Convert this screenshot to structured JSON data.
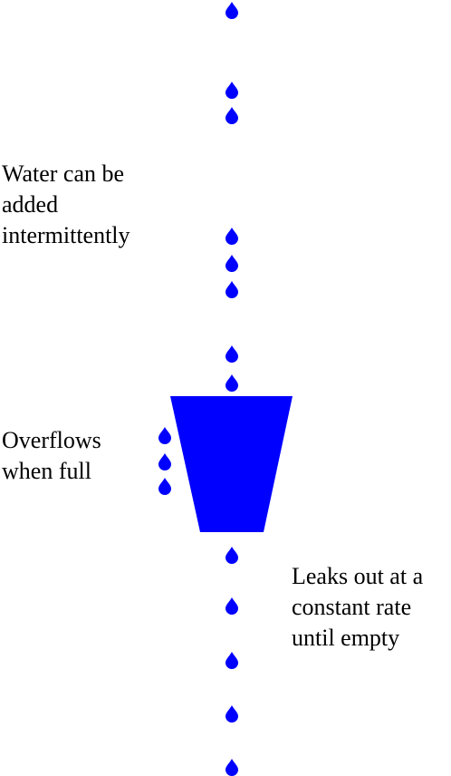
{
  "colors": {
    "water": "#0000ff",
    "bucket": "#0000ff",
    "text": "#000000",
    "background": "#ffffff"
  },
  "labels": {
    "water_added": [
      "Water can be",
      "added",
      "intermittently"
    ],
    "overflow": [
      "Overflows",
      "when full"
    ],
    "leak": [
      "Leaks out at a",
      "constant rate",
      "until empty"
    ]
  },
  "drops": {
    "incoming_count": 8,
    "overflow_count": 3,
    "leaking_count": 5
  },
  "icons": {
    "drop": "water-drop-icon",
    "bucket": "leaky-bucket-icon"
  }
}
